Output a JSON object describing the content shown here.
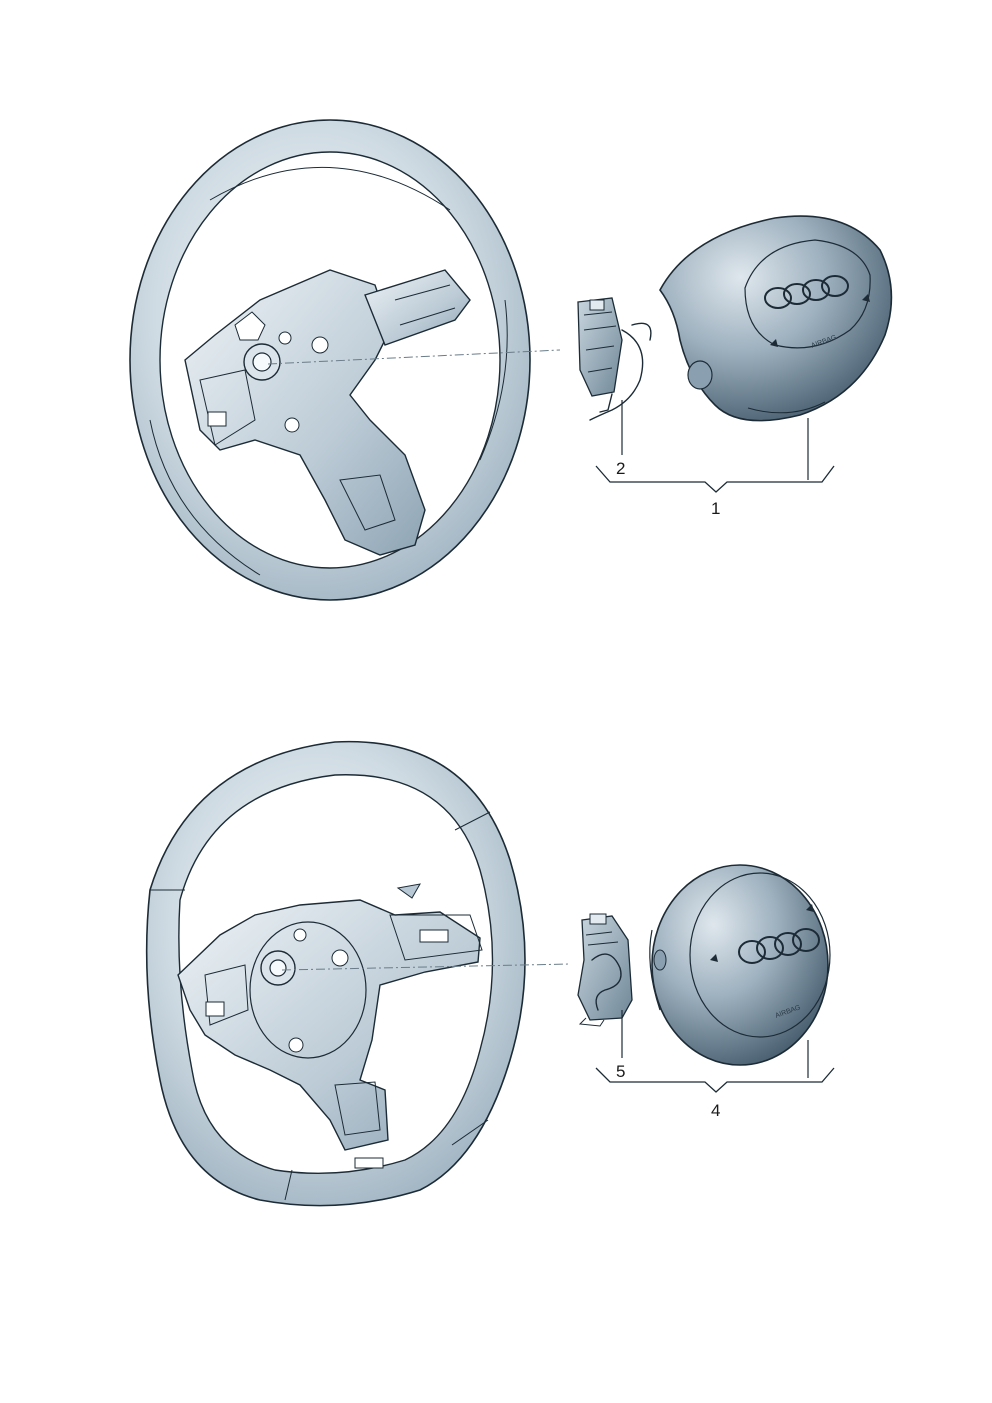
{
  "figure": {
    "upper_assembly": {
      "callouts": {
        "kit": "1",
        "part": "2"
      },
      "airbag_text": "AIRBAG"
    },
    "lower_assembly": {
      "callouts": {
        "kit": "4",
        "part": "5"
      },
      "airbag_text": "AIRBAG"
    }
  },
  "colors": {
    "ink": "#1c2b36",
    "rim_light": "#e8eef3",
    "rim_mid": "#b8c8d4",
    "rim_dark": "#7e95a6",
    "shadow": "#3a4f5e"
  }
}
